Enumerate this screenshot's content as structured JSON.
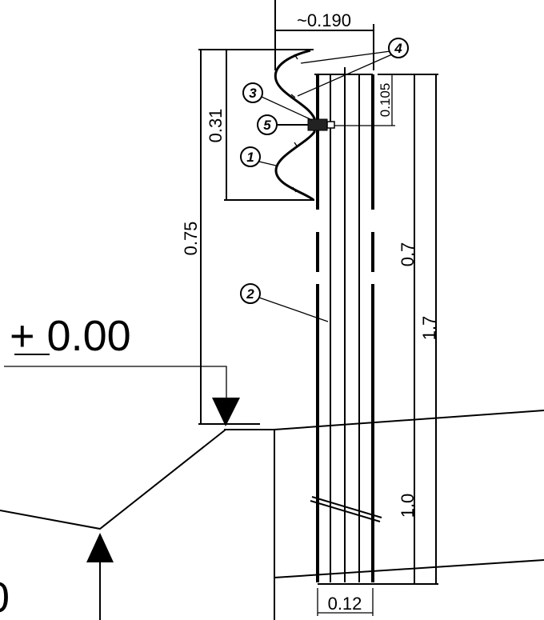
{
  "dimensions": {
    "top_width": "~0.190",
    "bolt_height": "0.105",
    "rail_height": "0.31",
    "total_height": "0.75",
    "post_upper": "0.7",
    "post_total": "1.7",
    "post_embed": "1.0",
    "post_width": "0.12"
  },
  "level": {
    "label": "+ 0.00",
    "partial_left": "0"
  },
  "callouts": [
    "1",
    "2",
    "3",
    "4",
    "5"
  ],
  "colors": {
    "line": "#000000",
    "background": "#ffffff"
  }
}
